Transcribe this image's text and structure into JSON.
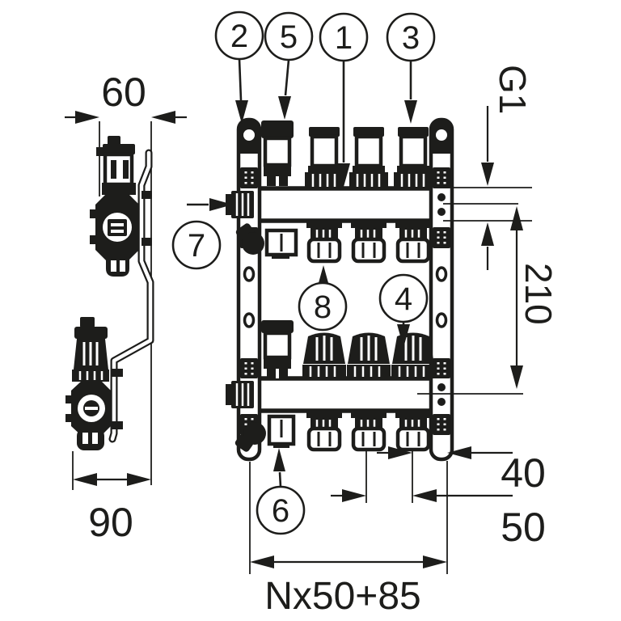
{
  "diagram": {
    "type": "technical-drawing",
    "subject": "heating-manifold-two-views",
    "colors": {
      "ink": "#1d1d1b",
      "paper": "#ffffff"
    },
    "callouts": {
      "c1": "1",
      "c2": "2",
      "c3": "3",
      "c4": "4",
      "c5": "5",
      "c6": "6",
      "c7": "7",
      "c8": "8"
    },
    "dimensions": {
      "bracket_depth": "60",
      "overall_depth": "90",
      "connection_thread": "G1",
      "axis_distance": "210",
      "end_offset": "40",
      "outlet_spacing": "50",
      "overall_width_formula": "Nx50+85"
    }
  }
}
